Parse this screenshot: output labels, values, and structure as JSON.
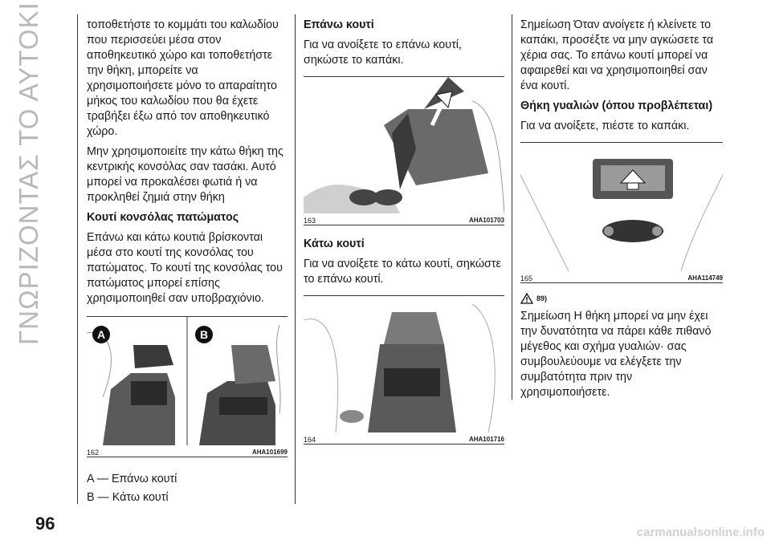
{
  "sidebar": {
    "chapter_title": "ΓΝΩΡΙΖΟΝΤΑΣ ΤΟ ΑΥΤΟΚΙΝΗΤΟ ΣΑΣ"
  },
  "page_number": "96",
  "col1": {
    "para1": "τοποθετήστε το κομμάτι του καλωδίου που περισσεύει μέσα στον αποθηκευτικό χώρο και τοποθετήστε την θήκη, μπορείτε να χρησιμοποιήσετε μόνο το απαραίτητο μήκος του καλωδίου που θα έχετε τραβήξει έξω από τον αποθηκευτικό χώρο.",
    "para2": "Μην χρησιμοποιείτε την κάτω θήκη της κεντρικής κονσόλας σαν τασάκι. Αυτό μπορεί να προκαλέσει φωτιά ή να προκληθεί ζημιά στην θήκη",
    "heading": "Κουτί κονσόλας πατώματος",
    "para3": "Επάνω και κάτω κουτιά βρίσκονται μέσα στο κουτί της κονσόλας του πατώματος. Το κουτί της κονσόλας του πατώματος μπορεί επίσης χρησιμοποιηθεί σαν υποβραχιόνιο.",
    "figure": {
      "label_a": "A",
      "label_b": "B",
      "number": "162",
      "code": "AHA101699"
    },
    "legend": [
      "A — Επάνω κουτί",
      "B — Κάτω κουτί"
    ]
  },
  "col2": {
    "heading1": "Επάνω κουτί",
    "para1": "Για να ανοίξετε το επάνω κουτί, σηκώστε το καπάκι.",
    "figure1": {
      "number": "163",
      "code": "AHA101703"
    },
    "heading2": "Κάτω κουτί",
    "para2": "Για να ανοίξετε το κάτω κουτί, σηκώστε το επάνω κουτί.",
    "figure2": {
      "number": "164",
      "code": "AHA101716"
    }
  },
  "col3": {
    "para1": "Σημείωση Όταν ανοίγετε ή κλείνετε το καπάκι, προσέξτε να μην αγκώσετε τα χέρια σας. Το επάνω κουτί μπορεί να αφαιρεθεί και να χρησιμοποιηθεί σαν ένα κουτί.",
    "heading": "Θήκη γυαλιών (όπου προβλέπεται)",
    "para2": "Για να ανοίξετε, πιέστε το καπάκι.",
    "figure": {
      "number": "165",
      "code": "AHA114749"
    },
    "warning_ref": "89)",
    "para3": "Σημείωση Η θήκη μπορεί να μην έχει την δυνατότητα να πάρει κάθε πιθανό μέγεθος και σχήμα γυαλιών· σας συμβουλεύουμε να ελέγξετε την συμβατότητα πριν την χρησιμοποιήσετε."
  },
  "watermark": "carmanualsonline.info"
}
